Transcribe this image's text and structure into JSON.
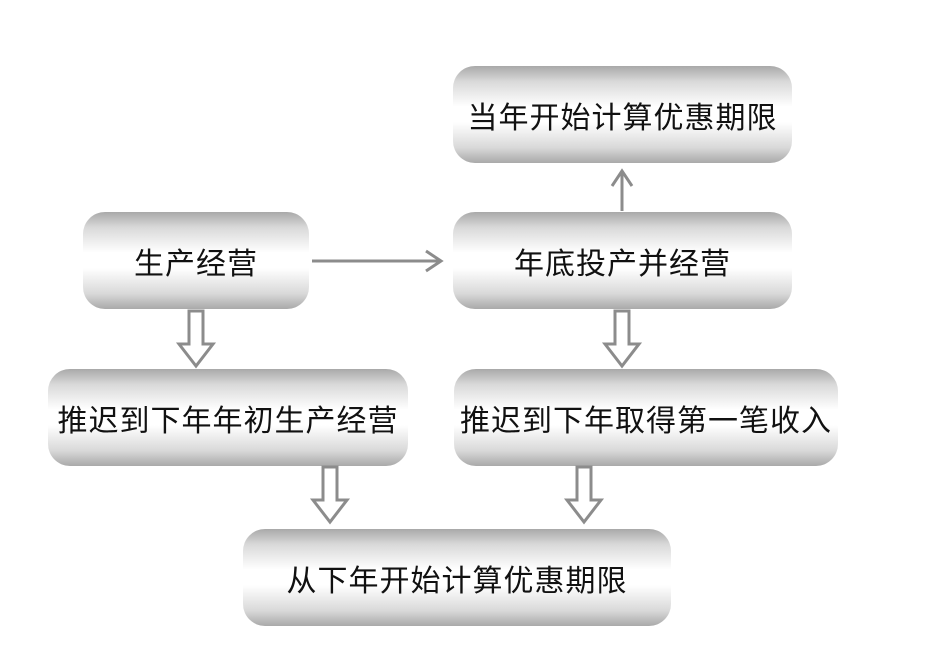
{
  "nodes": {
    "current_year_start": "当年开始计算优惠期限",
    "production": "生产经营",
    "year_end_production": "年底投产并经营",
    "delay_production": "推迟到下年年初生产经营",
    "delay_income": "推迟到下年取得第一笔收入",
    "next_year_start": "从下年开始计算优惠期限"
  },
  "edges": [
    {
      "from": "production",
      "to": "year_end_production",
      "style": "line-arrow"
    },
    {
      "from": "year_end_production",
      "to": "current_year_start",
      "style": "line-arrow"
    },
    {
      "from": "production",
      "to": "delay_production",
      "style": "hollow-arrow"
    },
    {
      "from": "year_end_production",
      "to": "delay_income",
      "style": "hollow-arrow"
    },
    {
      "from": "delay_production",
      "to": "next_year_start",
      "style": "hollow-arrow"
    },
    {
      "from": "delay_income",
      "to": "next_year_start",
      "style": "hollow-arrow"
    }
  ],
  "colors": {
    "arrow": "#8c8c8c",
    "text": "#111111"
  }
}
